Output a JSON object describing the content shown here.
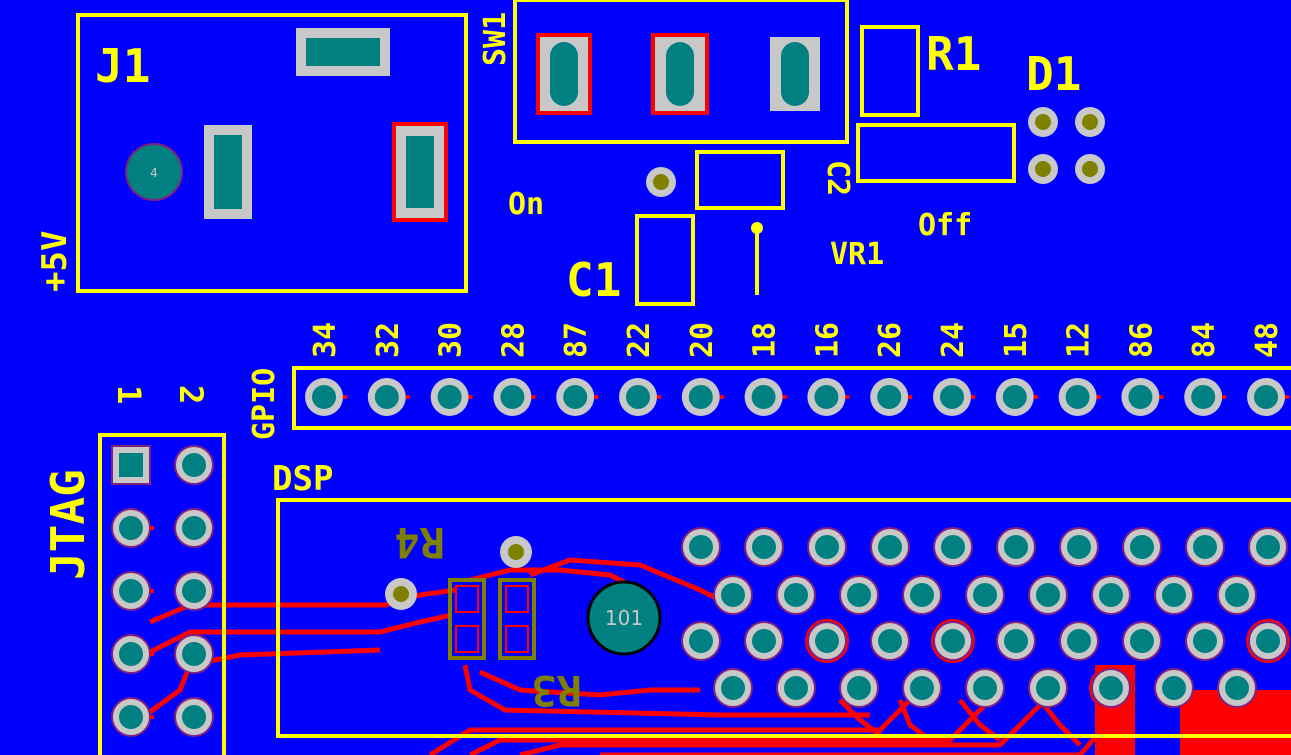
{
  "board": {
    "colors": {
      "background": "#0000ff",
      "silkscreen": "#ffff00",
      "bottom_silkscreen": "#808000",
      "copper": "#ff0000",
      "pad": "#008080",
      "pad_ring": "#c8c8c8",
      "drill": "#808000"
    }
  },
  "labels": {
    "j1": "J1",
    "sw1": "SW1",
    "r1": "R1",
    "d1": "D1",
    "c2": "C2",
    "on": "On",
    "off": "Off",
    "vr1": "VR1",
    "c1": "C1",
    "plus5v": "+5V",
    "gpio": "GPIO",
    "jtag": "JTAG",
    "jtag_pin1": "1",
    "jtag_pin2": "2",
    "dsp": "DSP",
    "r4": "R4",
    "r3": "R3",
    "j1_pad_number": "4",
    "big_pad_number": "101"
  },
  "gpio_pins": [
    "34",
    "32",
    "30",
    "28",
    "87",
    "22",
    "20",
    "18",
    "16",
    "26",
    "24",
    "15",
    "12",
    "86",
    "84",
    "48"
  ]
}
